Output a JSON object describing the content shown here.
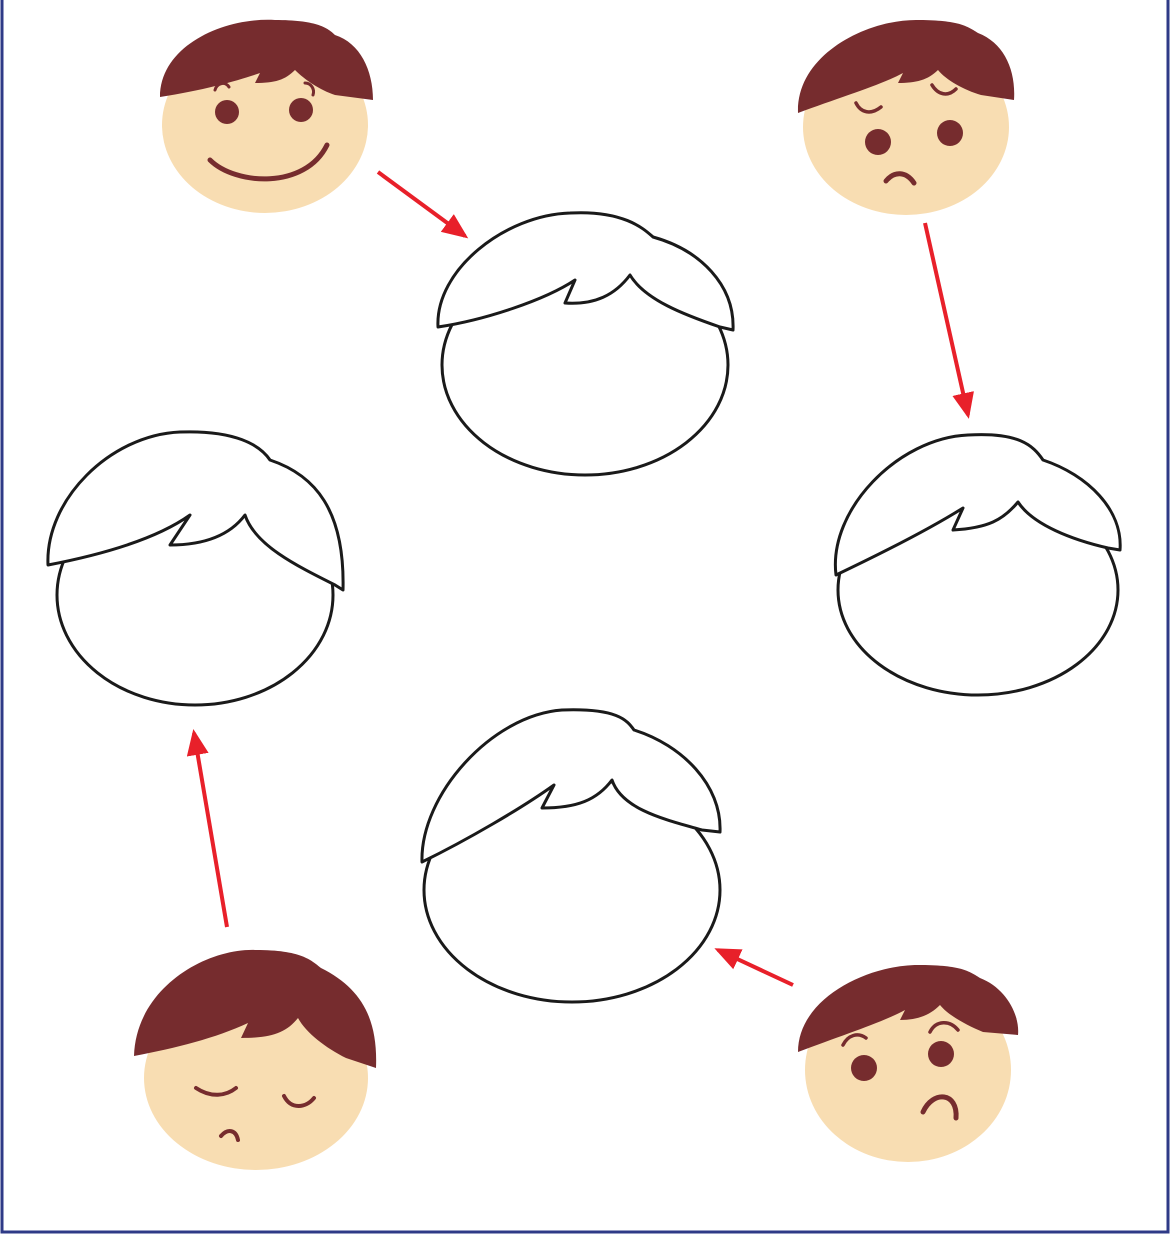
{
  "worksheet": {
    "border_color": "#2e3a87",
    "arrow_color": "#e8202a",
    "colors": {
      "skin": "#f8ddb2",
      "hair": "#762c2e",
      "feature": "#762c2e",
      "outline": "#1a1a1a",
      "blank_fill": "#ffffff"
    },
    "faces": [
      {
        "id": "face-top-left",
        "expression": "happy",
        "icon": "happy-face-icon"
      },
      {
        "id": "face-top-right",
        "expression": "worried",
        "icon": "worried-face-icon"
      },
      {
        "id": "face-bottom-right",
        "expression": "frowning",
        "icon": "frowning-face-icon"
      },
      {
        "id": "face-bottom-left",
        "expression": "sad",
        "icon": "sad-face-icon"
      }
    ],
    "blank_faces": [
      {
        "id": "blank-top-center",
        "icon": "blank-face-outline-icon"
      },
      {
        "id": "blank-right",
        "icon": "blank-face-outline-icon"
      },
      {
        "id": "blank-bottom-center",
        "icon": "blank-face-outline-icon"
      },
      {
        "id": "blank-left",
        "icon": "blank-face-outline-icon"
      }
    ],
    "arrows": [
      {
        "from": "face-top-left",
        "to": "blank-top-center",
        "icon": "arrow-icon"
      },
      {
        "from": "face-top-right",
        "to": "blank-right",
        "icon": "arrow-icon"
      },
      {
        "from": "face-bottom-right",
        "to": "blank-bottom-center",
        "icon": "arrow-icon"
      },
      {
        "from": "face-bottom-left",
        "to": "blank-left",
        "icon": "arrow-icon"
      }
    ]
  }
}
